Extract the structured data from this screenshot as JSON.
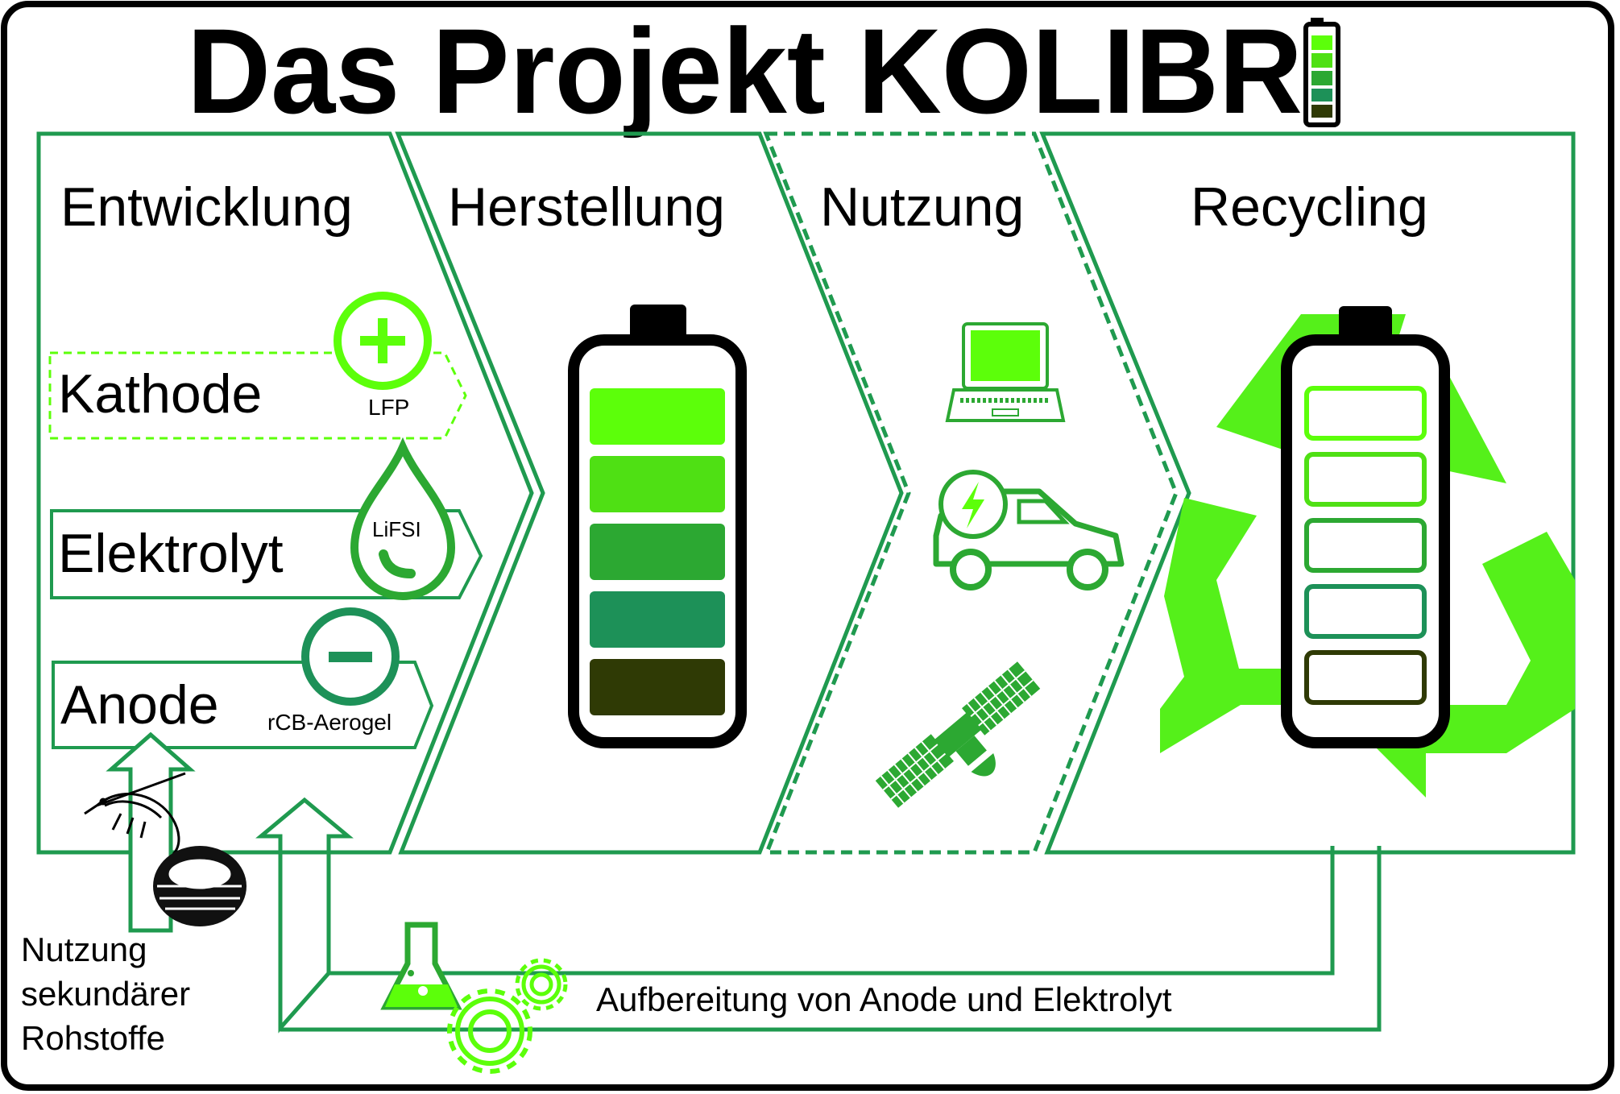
{
  "title": "Das Projekt KOLIBR",
  "stages": [
    {
      "label": "Entwicklung"
    },
    {
      "label": "Herstellung"
    },
    {
      "label": "Nutzung"
    },
    {
      "label": "Recycling"
    }
  ],
  "components": [
    {
      "label": "Kathode",
      "material": "LFP"
    },
    {
      "label": "Elektrolyt",
      "material": "LiFSI"
    },
    {
      "label": "Anode",
      "material": "rCB-Aerogel"
    }
  ],
  "secondary_raw_materials": [
    "Nutzung",
    "sekundärer",
    "Rohstoffe"
  ],
  "return_loop_label": "Aufbereitung von Anode und Elektrolyt",
  "colors": {
    "frame": "#000000",
    "line_green": "#1f9a4f",
    "bright_green": "#5cff0a",
    "mid_green": "#2ca832",
    "teal_green": "#1d9158",
    "dark_olive": "#2f3a05",
    "recycle_green": "#55f01a"
  },
  "icons": [
    "plus-icon",
    "droplet-icon",
    "minus-icon",
    "battery-icon",
    "laptop-icon",
    "electric-car-icon",
    "satellite-icon",
    "recycle-icon",
    "shrimp-icon",
    "tire-icon",
    "flask-icon",
    "gear-icon"
  ]
}
